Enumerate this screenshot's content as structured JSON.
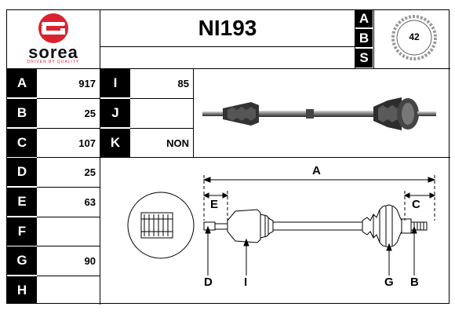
{
  "brand": {
    "name": "sorea",
    "tagline": "DRIVEN BY QUALITY",
    "color": "#d9232e"
  },
  "part_number": "NI193",
  "abs_letters": [
    "A",
    "B",
    "S"
  ],
  "abs_teeth": "42",
  "left_specs": [
    {
      "label": "A",
      "value": "917"
    },
    {
      "label": "B",
      "value": "25"
    },
    {
      "label": "C",
      "value": "107"
    },
    {
      "label": "D",
      "value": "25"
    },
    {
      "label": "E",
      "value": "63"
    },
    {
      "label": "F",
      "value": ""
    },
    {
      "label": "G",
      "value": "90"
    },
    {
      "label": "H",
      "value": ""
    }
  ],
  "mid_specs": [
    {
      "label": "I",
      "value": "85"
    },
    {
      "label": "J",
      "value": ""
    },
    {
      "label": "K",
      "value": "NON"
    }
  ],
  "diagram_labels": {
    "A": "A",
    "B": "B",
    "C": "C",
    "D": "D",
    "E": "E",
    "G": "G",
    "I": "I"
  }
}
